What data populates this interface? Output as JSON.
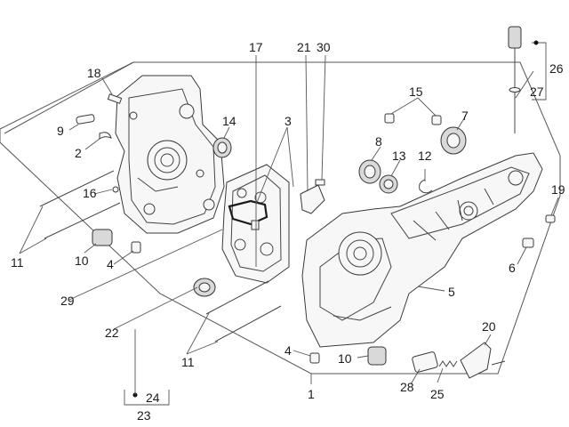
{
  "diagram": {
    "callouts": [
      {
        "id": "c18",
        "text": "18"
      },
      {
        "id": "c17",
        "text": "17"
      },
      {
        "id": "c21",
        "text": "21"
      },
      {
        "id": "c30",
        "text": "30"
      },
      {
        "id": "c26",
        "text": "26"
      },
      {
        "id": "c27",
        "text": "27"
      },
      {
        "id": "c15",
        "text": "15"
      },
      {
        "id": "c3",
        "text": "3"
      },
      {
        "id": "c14",
        "text": "14"
      },
      {
        "id": "c9",
        "text": "9"
      },
      {
        "id": "c2",
        "text": "2"
      },
      {
        "id": "c7",
        "text": "7"
      },
      {
        "id": "c8",
        "text": "8"
      },
      {
        "id": "c13",
        "text": "13"
      },
      {
        "id": "c12",
        "text": "12"
      },
      {
        "id": "c16",
        "text": "16"
      },
      {
        "id": "c19",
        "text": "19"
      },
      {
        "id": "c11a",
        "text": "11"
      },
      {
        "id": "c10a",
        "text": "10"
      },
      {
        "id": "c4a",
        "text": "4"
      },
      {
        "id": "c29",
        "text": "29"
      },
      {
        "id": "c6",
        "text": "6"
      },
      {
        "id": "c5",
        "text": "5"
      },
      {
        "id": "c22",
        "text": "22"
      },
      {
        "id": "c11b",
        "text": "11"
      },
      {
        "id": "c20",
        "text": "20"
      },
      {
        "id": "c4b",
        "text": "4"
      },
      {
        "id": "c10b",
        "text": "10"
      },
      {
        "id": "c28",
        "text": "28"
      },
      {
        "id": "c25",
        "text": "25"
      },
      {
        "id": "c1",
        "text": "1"
      },
      {
        "id": "c24",
        "text": "24"
      },
      {
        "id": "c23",
        "text": "23"
      }
    ]
  }
}
